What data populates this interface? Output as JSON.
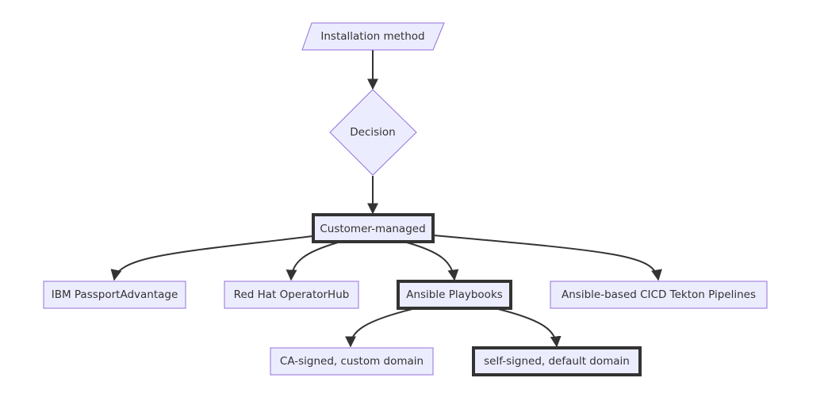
{
  "nodes": {
    "installation_method": "Installation method",
    "decision": "Decision",
    "customer_managed": "Customer-managed",
    "ibm_passport_advantage": "IBM PassportAdvantage",
    "red_hat_operatorhub": "Red Hat OperatorHub",
    "ansible_playbooks": "Ansible Playbooks",
    "ansible_cicd_tekton": "Ansible-based CICD Tekton Pipelines",
    "ca_signed_custom": "CA-signed, custom domain",
    "self_signed_default": "self-signed, default domain"
  },
  "colors": {
    "node_fill": "#ECECFF",
    "node_border": "#9370DB",
    "highlight_border": "#333333",
    "edge": "#333333",
    "text": "#333333"
  }
}
